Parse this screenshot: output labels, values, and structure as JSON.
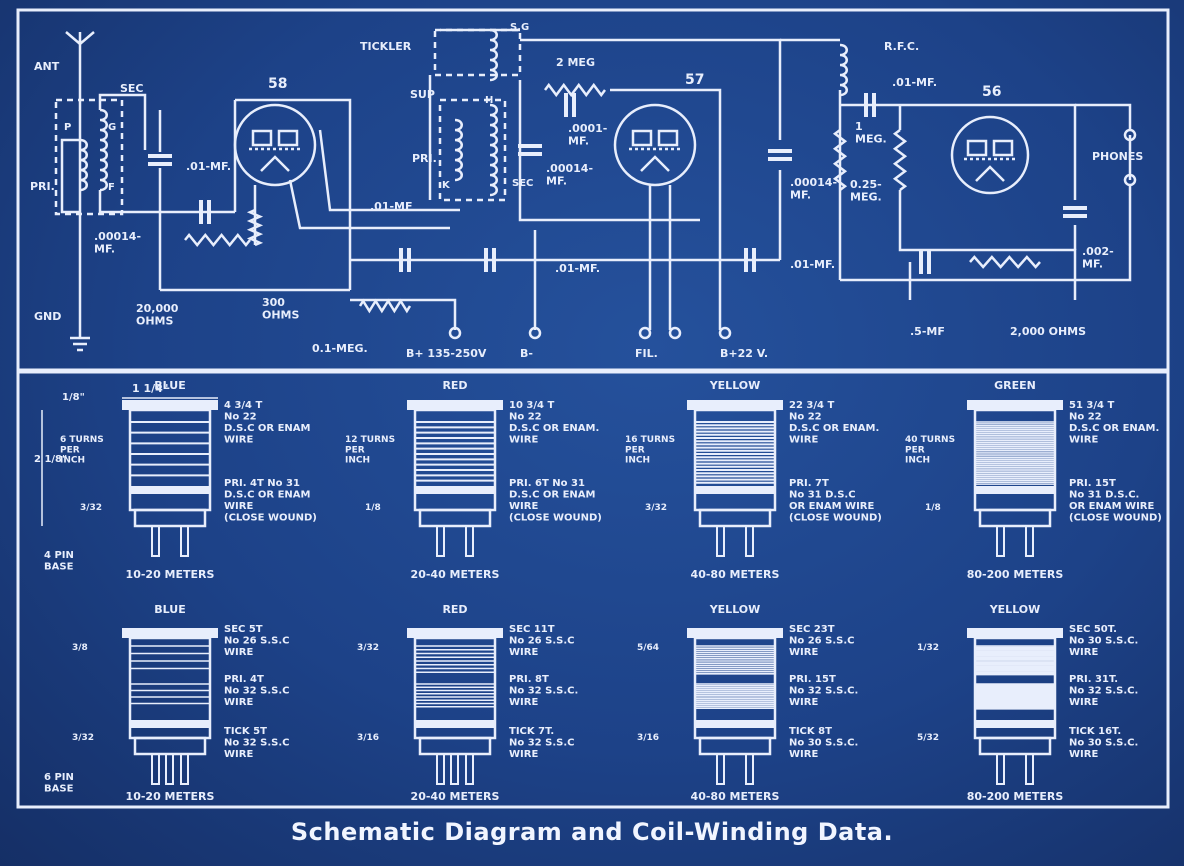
{
  "caption": "Schematic Diagram and Coil-Winding Data.",
  "schematic": {
    "labels": {
      "ant": "ANT",
      "gnd": "GND",
      "sec": "SEC",
      "pri": "PRI.",
      "p": "P",
      "g": "G",
      "f": "F",
      "tube1": "58",
      "tube2": "57",
      "tube3": "56",
      "c_ant": ".00014-\nMF.",
      "c_01a": ".01-MF.",
      "r_20000": "20,000\nOHMS",
      "r_300": "300\nOHMS",
      "tickler": "TICKLER",
      "sg": "S.G",
      "sup": "SUP",
      "h": "H",
      "k": "K",
      "pri2": "PRI.",
      "sec2": "SEC",
      "r_2meg": "2 MEG",
      "c_0001": ".0001-\nMF.",
      "c_00014b": ".00014-\nMF.",
      "c_01b": ".01-MF",
      "c_01c": ".01-MF.",
      "c_01d": ".01-MF.",
      "rfc": "R.F.C.",
      "c_01e": ".01-MF.",
      "c_00014c": ".00014-\nMF.",
      "r_1meg": "1\nMEG.",
      "r_025meg": "0.25-\nMEG.",
      "phones": "PHONES",
      "c_002": ".002-\nMF.",
      "c_5": ".5-MF",
      "r_2000": "2,000 OHMS",
      "r_01meg": "0.1-MEG.",
      "bplus_high": "B+ 135-250V",
      "bminus": "B-",
      "fil": "FIL.",
      "bplus_low": "B+22 V."
    }
  },
  "coils_4pin": [
    {
      "color": "BLUE",
      "band": "10-20 METERS",
      "sec": "4 3/4 T\nNo 22\nD.S.C OR ENAM\nWIRE",
      "pri": "PRI. 4T No 31\nD.S.C OR ENAM\nWIRE\n(CLOSE WOUND)",
      "tpi": "6 TURNS\nPER\nINCH",
      "gap": "3/32"
    },
    {
      "color": "RED",
      "band": "20-40 METERS",
      "sec": "10 3/4 T\nNo 22\nD.S.C OR ENAM.\nWIRE",
      "pri": "PRI. 6T No 31\nD.S.C OR ENAM\nWIRE\n(CLOSE WOUND)",
      "tpi": "12 TURNS\nPER\nINCH",
      "gap": "1/8"
    },
    {
      "color": "YELLOW",
      "band": "40-80 METERS",
      "sec": "22 3/4 T\nNo 22\nD.S.C OR ENAM.\nWIRE",
      "pri": "PRI. 7T\nNo 31 D.S.C\nOR ENAM WIRE\n(CLOSE WOUND)",
      "tpi": "16 TURNS\nPER\nINCH",
      "gap": "3/32"
    },
    {
      "color": "GREEN",
      "band": "80-200 METERS",
      "sec": "51 3/4 T\nNo 22\nD.S.C OR ENAM.\nWIRE",
      "pri": "PRI. 15T\nNo 31 D.S.C.\nOR ENAM WIRE\n(CLOSE WOUND)",
      "tpi": "40 TURNS\nPER\nINCH",
      "gap": "1/8"
    }
  ],
  "coils_6pin": [
    {
      "color": "BLUE",
      "band": "10-20 METERS",
      "sec": "SEC 5T\nNo 26 S.S.C\nWIRE",
      "pri": "PRI. 4T\nNo 32 S.S.C\nWIRE",
      "tick": "TICK 5T\nNo 32 S.S.C\nWIRE",
      "gap1": "3/8",
      "gap2": "3/32"
    },
    {
      "color": "RED",
      "band": "20-40 METERS",
      "sec": "SEC 11T\nNo 26 S.S.C\nWIRE",
      "pri": "PRI. 8T\nNo 32 S.S.C.\nWIRE",
      "tick": "TICK 7T.\nNo 32 S.S.C\nWIRE",
      "gap1": "3/32",
      "gap2": "3/16"
    },
    {
      "color": "YELLOW",
      "band": "40-80 METERS",
      "sec": "SEC 23T\nNo 26 S.S.C\nWIRE",
      "pri": "PRI. 15T\nNo 32 S.S.C.\nWIRE",
      "tick": "TICK 8T\nNo 30 S.S.C.\nWIRE",
      "gap1": "5/64",
      "gap2": "3/16"
    },
    {
      "color": "YELLOW",
      "band": "80-200 METERS",
      "sec": "SEC 50T.\nNo 30 S.S.C.\nWIRE",
      "pri": "PRI. 31T.\nNo 32 S.S.C.\nWIRE",
      "tick": "TICK 16T.\nNo 30 S.S.C.\nWIRE",
      "gap1": "1/32",
      "gap2": "5/32"
    }
  ],
  "dims": {
    "top": "1/8\"",
    "width": "1 1/4\"",
    "height": "2 1/8\"",
    "base4": "4 PIN\nBASE",
    "base6": "6 PIN\nBASE"
  }
}
